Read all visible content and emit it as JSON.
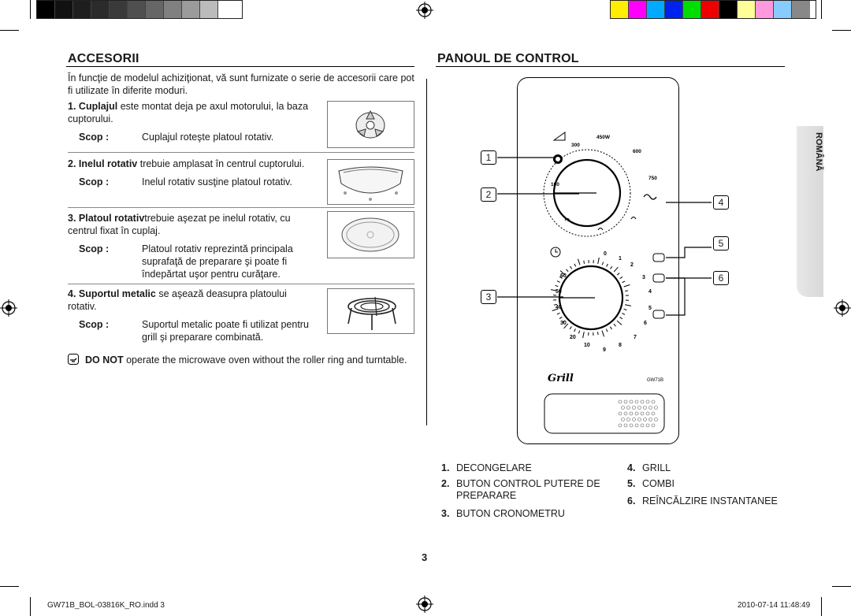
{
  "print_marks": {
    "left_swatches": [
      "#000000",
      "#111111",
      "#1e1e1e",
      "#2b2b2b",
      "#3a3a3a",
      "#4f4f4f",
      "#666666",
      "#808080",
      "#9b9b9b",
      "#bbbbbb",
      "#ffffff"
    ],
    "right_swatches": [
      "#ffee00",
      "#ff00ff",
      "#00aaff",
      "#0022ee",
      "#00dd00",
      "#ee0000",
      "#000000",
      "#ffff99",
      "#ff99dd",
      "#88ccff",
      "#888888"
    ]
  },
  "left": {
    "title": "ACCESORII",
    "intro": "În funcţie de modelul achiziţionat, vă sunt furnizate o serie de accesorii care pot fi utilizate în diferite moduri.",
    "items": [
      {
        "num": "1.",
        "name": "Cuplajul",
        "text": " este montat deja pe axul motorului, la baza cuptorului.",
        "scope_label": "Scop :",
        "scope": "Cuplajul roteşte platoul rotativ.",
        "icon": "coupler-icon"
      },
      {
        "num": "2.",
        "name": "Inelul rotativ",
        "text": " trebuie amplasat în centrul cuptorului.",
        "scope_label": "Scop :",
        "scope": "Inelul rotativ susţine platoul rotativ.",
        "icon": "roller-ring-icon"
      },
      {
        "num": "3.",
        "name": "Platoul rotativ",
        "text": "trebuie aşezat pe inelul rotativ, cu centrul fixat în cuplaj.",
        "scope_label": "Scop :",
        "scope": "Platoul rotativ reprezintă principala suprafaţă de preparare şi poate fi îndepărtat uşor pentru curăţare.",
        "icon": "turntable-icon"
      },
      {
        "num": "4.",
        "name": "Suportul metalic",
        "text": " se aşează deasupra platoului rotativ.",
        "scope_label": "Scop :",
        "scope": "Suportul metalic poate fi utilizat pentru grill şi preparare combinată.",
        "icon": "metal-rack-icon"
      }
    ],
    "note_bold": "DO NOT",
    "note": " operate the microwave oven without the roller ring and turntable."
  },
  "right": {
    "title": "PANOUL DE CONTROL",
    "panel": {
      "power_labels": [
        "450W",
        "300",
        "600",
        "750",
        "100"
      ],
      "timer_labels": [
        "0",
        "1",
        "2",
        "3",
        "4",
        "5",
        "6",
        "7",
        "8",
        "9",
        "10",
        "20",
        "30",
        "40",
        "50",
        "60"
      ],
      "brand": "Grill",
      "model": "GW71B",
      "callouts": [
        "1",
        "2",
        "3",
        "4",
        "5",
        "6"
      ]
    },
    "legend": [
      {
        "num": "1.",
        "label": "DECONGELARE"
      },
      {
        "num": "2.",
        "label": "BUTON CONTROL PUTERE DE PREPARARE"
      },
      {
        "num": "3.",
        "label": "BUTON CRONOMETRU"
      },
      {
        "num": "4.",
        "label": "GRILL"
      },
      {
        "num": "5.",
        "label": "COMBI"
      },
      {
        "num": "6.",
        "label": "REÎNCĂLZIRE INSTANTANEE"
      }
    ]
  },
  "side_tab": "ROMÂNĂ",
  "page_number": "3",
  "footer": {
    "file": "GW71B_BOL-03816K_RO.indd   3",
    "date": "2010-07-14",
    "time": "11:48:49"
  }
}
